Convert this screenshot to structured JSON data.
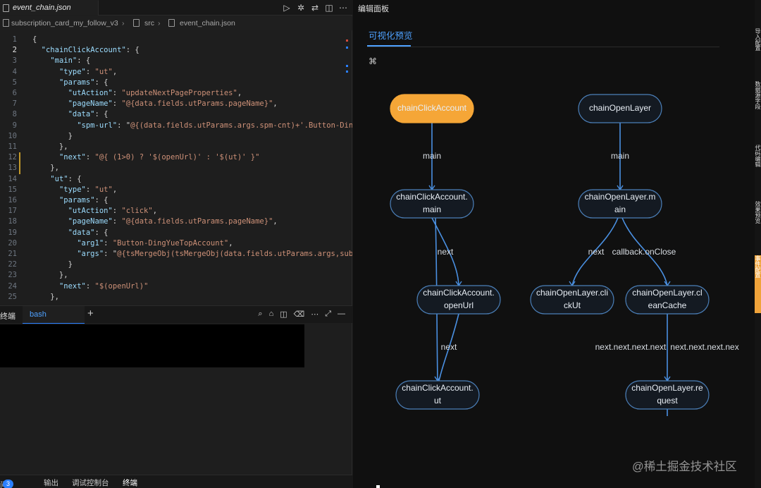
{
  "editor": {
    "tab_title": "event_chain.json",
    "breadcrumb": [
      "subscription_card_my_follow_v3",
      "src",
      "event_chain.json"
    ],
    "toolbar_icons": [
      "run-icon",
      "debug-icon",
      "compare-icon",
      "split-editor-icon",
      "more-icon"
    ],
    "lines": [
      {
        "n": "1",
        "code": "{"
      },
      {
        "n": "2",
        "code": "  \"chainClickAccount\": {"
      },
      {
        "n": "3",
        "code": "    \"main\": {"
      },
      {
        "n": "4",
        "code": "      \"type\": \"ut\","
      },
      {
        "n": "5",
        "code": "      \"params\": {"
      },
      {
        "n": "6",
        "code": "        \"utAction\": \"updateNextPageProperties\","
      },
      {
        "n": "7",
        "code": "        \"pageName\": \"@{data.fields.utParams.pageName}\","
      },
      {
        "n": "8",
        "code": "        \"data\": {"
      },
      {
        "n": "9",
        "code": "          \"spm-url\": \"@{(data.fields.utParams.args.spm-cnt)+'.Button-DingYue"
      },
      {
        "n": "10",
        "code": "        }"
      },
      {
        "n": "11",
        "code": "      },"
      },
      {
        "n": "12",
        "code": "      \"next\": \"@{ (1>0) ? '$(openUrl)' : '$(ut)' }\""
      },
      {
        "n": "13",
        "code": "    },"
      },
      {
        "n": "14",
        "code": "    \"ut\": {"
      },
      {
        "n": "15",
        "code": "      \"type\": \"ut\","
      },
      {
        "n": "16",
        "code": "      \"params\": {"
      },
      {
        "n": "17",
        "code": "        \"utAction\": \"click\","
      },
      {
        "n": "18",
        "code": "        \"pageName\": \"@{data.fields.utParams.pageName}\","
      },
      {
        "n": "19",
        "code": "        \"data\": {"
      },
      {
        "n": "20",
        "code": "          \"arg1\": \"Button-DingYueTopAccount\","
      },
      {
        "n": "21",
        "code": "          \"args\": \"@{tsMergeObj(tsMergeObj(data.fields.utParams.args,subda"
      },
      {
        "n": "22",
        "code": "        }"
      },
      {
        "n": "23",
        "code": "      },"
      },
      {
        "n": "24",
        "code": "      \"next\": \"$(openUrl)\""
      },
      {
        "n": "25",
        "code": "    },"
      }
    ],
    "terminal": {
      "title": "终端",
      "tab": "bash",
      "new_tab": "+"
    },
    "status": {
      "problems": "问题",
      "problems_count": "3",
      "output": "输出",
      "debug_console": "调试控制台",
      "terminal": "终端"
    }
  },
  "panel": {
    "title": "编辑面板",
    "tab": "可视化预览",
    "tree_icon": "hierarchy-icon",
    "colors": {
      "accent": "#4ea1ff",
      "active_node": "#f5a637",
      "node_border": "#4b7fb8",
      "edge": "#4a90e2"
    },
    "nodes": [
      {
        "id": "n1",
        "lines": [
          "chainClickAccount"
        ],
        "active": true
      },
      {
        "id": "n2",
        "lines": [
          "chainOpenLayer"
        ],
        "active": false
      },
      {
        "id": "n3",
        "lines": [
          "chainClickAccount.",
          "main"
        ],
        "active": false
      },
      {
        "id": "n4",
        "lines": [
          "chainOpenLayer.m",
          "ain"
        ],
        "active": false
      },
      {
        "id": "n5",
        "lines": [
          "chainClickAccount.",
          "openUrl"
        ],
        "active": false
      },
      {
        "id": "n6",
        "lines": [
          "chainOpenLayer.cli",
          "ckUt"
        ],
        "active": false
      },
      {
        "id": "n7",
        "lines": [
          "chainOpenLayer.cl",
          "eanCache"
        ],
        "active": false
      },
      {
        "id": "n8",
        "lines": [
          "chainClickAccount.",
          "ut"
        ],
        "active": false
      },
      {
        "id": "n9",
        "lines": [
          "chainOpenLayer.re",
          "quest"
        ],
        "active": false
      }
    ],
    "edge_labels": [
      "main",
      "main",
      "next",
      "next",
      "callback.onClose",
      "next",
      "next.next.next.next",
      "next.next.next.nex"
    ],
    "side_rail": [
      "导入配置",
      "数据源字段",
      "代码编辑",
      "效果预览",
      "事件配置"
    ],
    "watermark": "@稀土掘金技术社区"
  }
}
